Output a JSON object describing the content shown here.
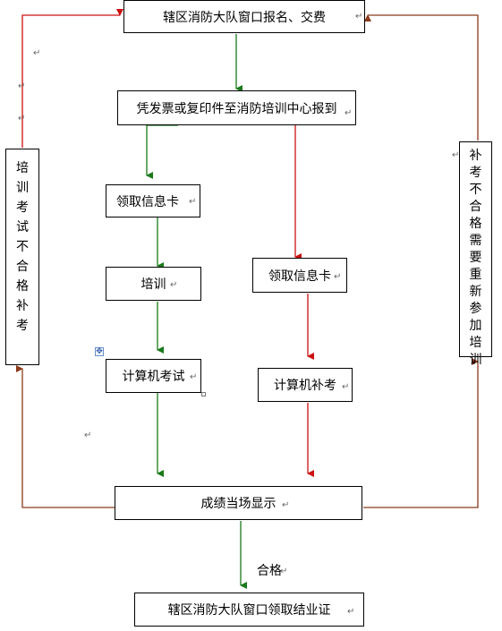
{
  "nodes": {
    "signup": "辖区消防大队窗口报名、交费",
    "report": "凭发票或复印件至消防培训中心报到",
    "info_card_train": "领取信息卡",
    "info_card_retake": "领取信息卡",
    "training": "培训",
    "computer_exam": "计算机考试",
    "computer_retake": "计算机补考",
    "score_display": "成绩当场显示",
    "certificate": "辖区消防大队窗口领取结业证",
    "left_loop": "培训考试不合格补考",
    "right_loop": "补考不合格需要重新参加培训"
  },
  "edges": {
    "pass_label": "合格"
  },
  "colors": {
    "green": "#1a7a1a",
    "red": "#cc1111",
    "brown": "#8b3a1a"
  }
}
